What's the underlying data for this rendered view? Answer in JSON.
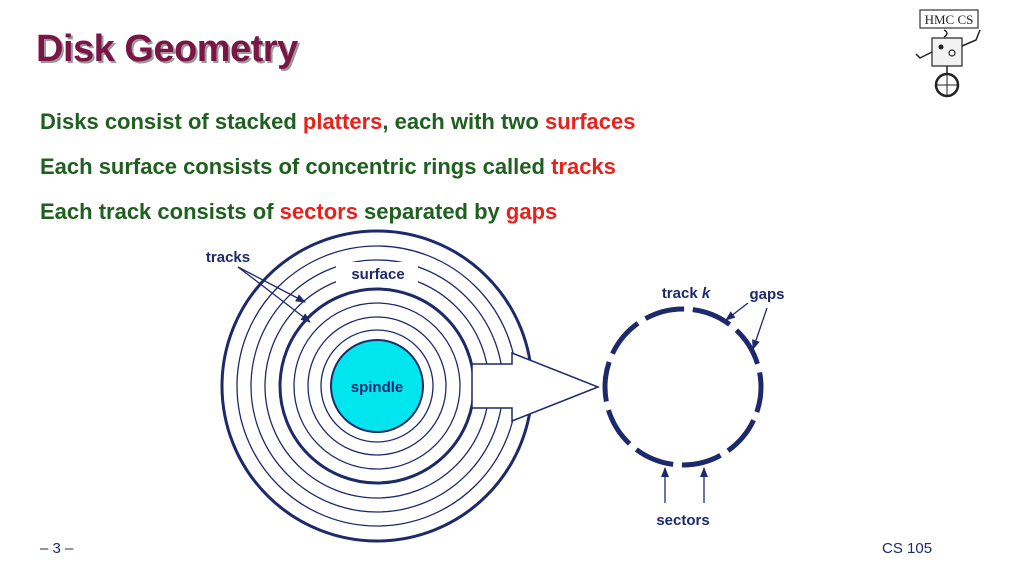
{
  "slide": {
    "title": "Disk Geometry",
    "bullets": [
      {
        "parts": [
          "Disks consist of stacked ",
          "platters",
          ", each with two ",
          "surfaces"
        ]
      },
      {
        "parts": [
          "Each surface consists of concentric rings called ",
          "tracks"
        ]
      },
      {
        "parts": [
          "Each track consists of ",
          "sectors",
          " separated by ",
          "gaps"
        ]
      }
    ],
    "logo_text": "HMC CS",
    "footer": {
      "page": "– 3 –",
      "course": "CS 105"
    }
  },
  "diagram": {
    "labels": {
      "tracks": "tracks",
      "surface": "surface",
      "spindle": "spindle",
      "track_k_prefix": "track ",
      "track_k_var": "k",
      "gaps": "gaps",
      "sectors": "sectors"
    },
    "colors": {
      "ring": "#1c2a6b",
      "spindle_fill": "#00e5ee",
      "emphasis": "#e8211b",
      "bullet": "#1f5f1f",
      "title": "#7a1548"
    }
  }
}
